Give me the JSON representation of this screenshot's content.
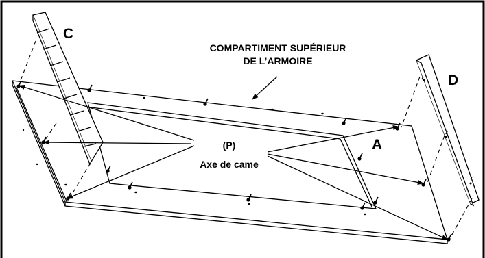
{
  "diagram": {
    "title_line1": "COMPARTIMENT SUPÉRIEUR",
    "title_line2": "DE L’ARMOIRE",
    "part_c": "C",
    "part_d": "D",
    "part_a": "A",
    "hardware_code": "(P)",
    "hardware_name": "Axe de came"
  },
  "colors": {
    "stroke": "#000000",
    "background": "#ffffff"
  }
}
